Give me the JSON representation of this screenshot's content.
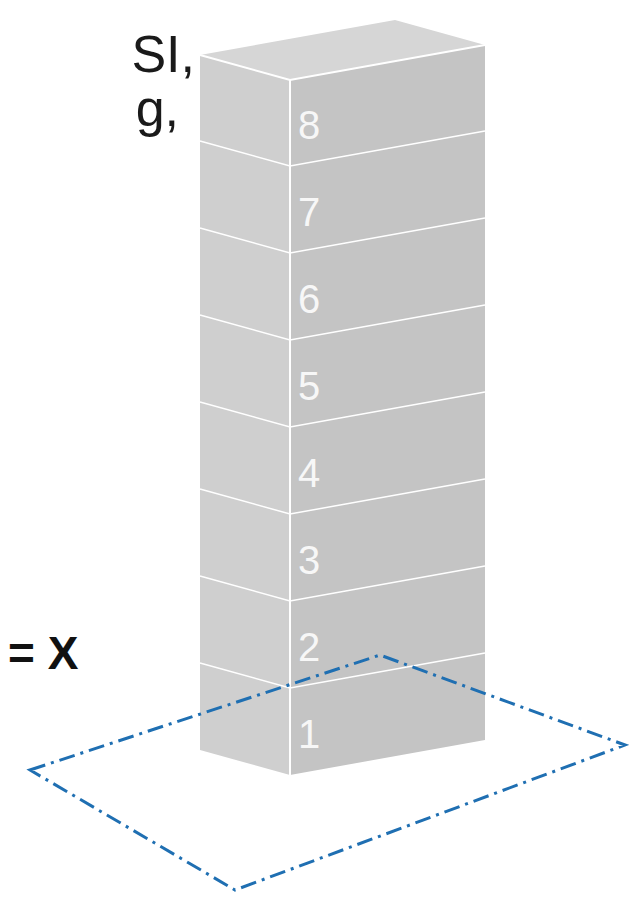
{
  "diagram": {
    "labels": [
      "SI,",
      "g,",
      "8",
      "7",
      "6",
      "5",
      "4",
      "3",
      "2",
      "1",
      "= X"
    ]
  }
}
